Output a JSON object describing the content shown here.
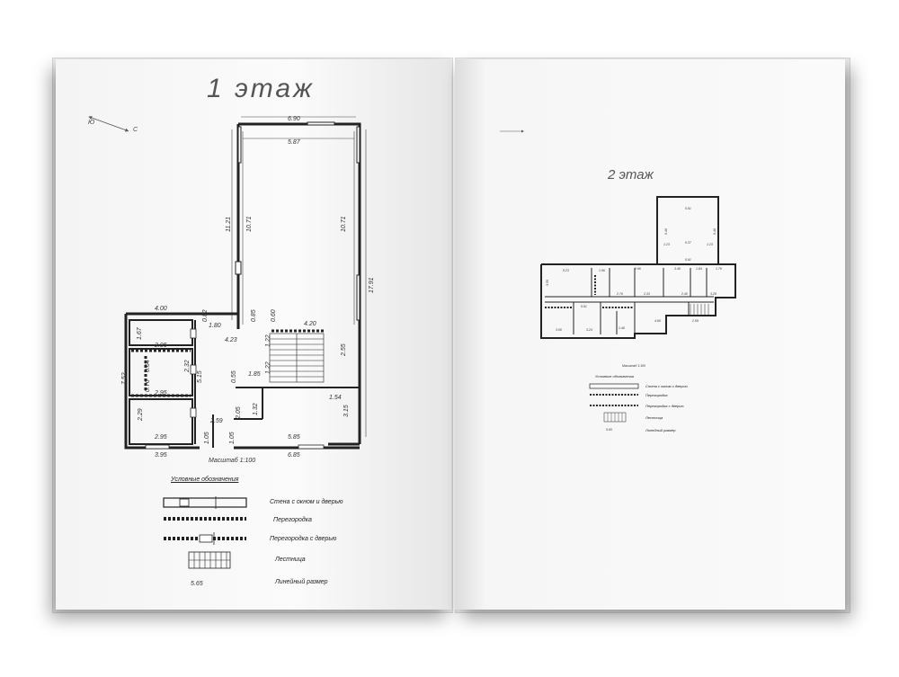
{
  "left_page": {
    "title": "1  этаж",
    "compass": {
      "north": "Ю",
      "south": "С"
    },
    "scale": "Масштаб 1:100",
    "dims": {
      "top_outer": "6.90",
      "top_inner": "5.87",
      "left_tall_outer": "11.21",
      "left_tall_inner": "10.71",
      "right_tall_inner": "10.71",
      "right_overall": "17.91",
      "wing_top": "4.00",
      "room_a_w": "2.95",
      "room_a_h": "1.67",
      "d082": "0.82",
      "d180": "1.80",
      "d085": "0.85",
      "d060": "0.60",
      "d420": "4.20",
      "d423": "4.23",
      "d122a": "1.22",
      "d255": "2.55",
      "d122b": "1.22",
      "d232": "2.32",
      "d515": "5.15",
      "d055": "0.55",
      "d185": "1.85",
      "d064": "0.64",
      "d076": "0.76",
      "room_b_w": "2.95",
      "d752": "7.52",
      "room_c_w": "2.95",
      "room_c_h": "2.29",
      "d154": "1.54",
      "d315": "3.15",
      "d205": "2.05",
      "d132": "1.32",
      "d259": "2.59",
      "d105a": "1.05",
      "d105b": "1.05",
      "d585": "5.85",
      "bottom_left": "3.95",
      "bottom_right": "6.85"
    },
    "legend": {
      "heading": "Условные обозначения",
      "items": [
        "Стена с окном и дверью",
        "Перегородка",
        "Перегородка с дверью",
        "Лестница",
        "Линейный размер"
      ],
      "sample_dim": "5.65"
    }
  },
  "right_page": {
    "title": "2  этаж",
    "scale": "Масштаб 1:100",
    "legend": {
      "heading": "Условные обозначения",
      "items": [
        "Стена с окном и дверью",
        "Перегородка",
        "Перегородка с дверью",
        "Лестница",
        "Линейный размер"
      ],
      "sample_dim": "5.65"
    },
    "dims": {
      "a": "5.91",
      "b": "6.48",
      "c": "6.48",
      "d": "5.37",
      "e": "1.23",
      "f": "1.23",
      "g": "5.91",
      "h": "5.23",
      "i": "1.96",
      "j": "2.96",
      "k": "3.40",
      "l": "1.84",
      "m": "1.76",
      "n": "3.59",
      "o": "2.76",
      "p": "2.33",
      "q": "2.40",
      "r": "3.28",
      "s": "5.91",
      "t": "3.00",
      "u": "3.24",
      "v": "4.66",
      "w": "2.59",
      "x": "1.46"
    }
  }
}
